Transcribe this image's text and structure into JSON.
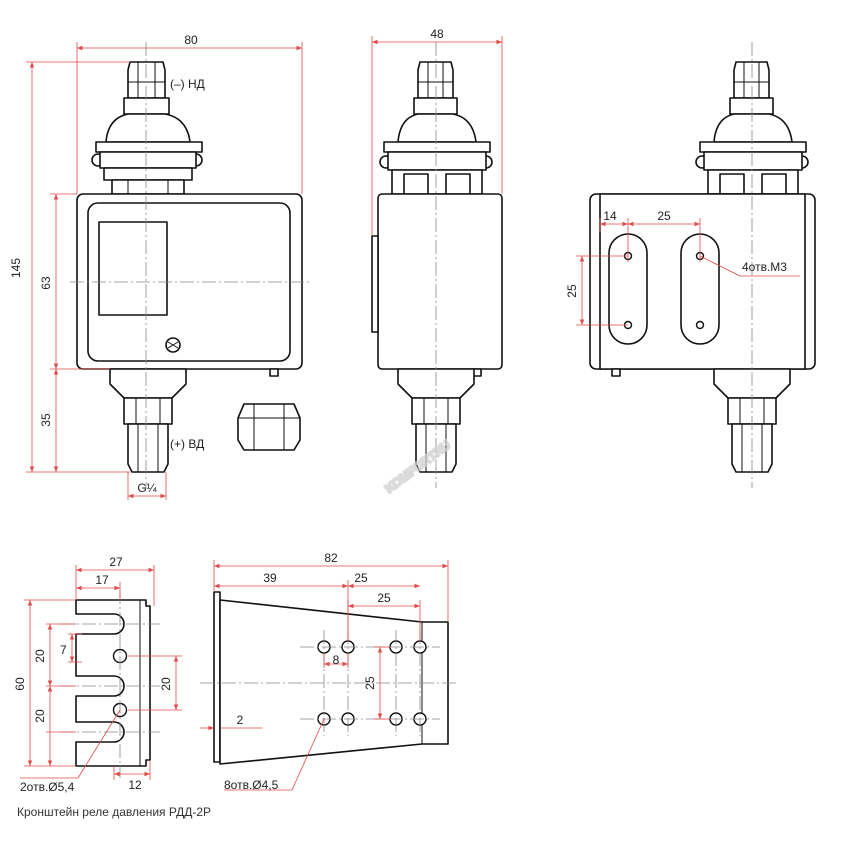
{
  "watermark": "KOMFORTRU",
  "caption": "Кронштейн реле давления РДД-2Р",
  "front_view": {
    "width": "80",
    "height": "145",
    "upper": "63",
    "lower": "35",
    "port_low": "(–) НД",
    "port_high": "(+) ВД",
    "thread": "G¼"
  },
  "side_view": {
    "width": "48"
  },
  "rear_view": {
    "offset": "14",
    "spacing": "25",
    "vertical": "25",
    "holes": "4отв.М3"
  },
  "bracket_front": {
    "width": "27",
    "inner": "17",
    "height": "60",
    "slot_a": "20",
    "slot_b": "20",
    "slot_w": "7",
    "mid": "20",
    "bottom": "12",
    "holes": "2отв.Ø5,4"
  },
  "bracket_side": {
    "length": "82",
    "part_a": "39",
    "part_b": "25",
    "part_c": "25",
    "hole_gap": "8",
    "vertical": "25",
    "thickness": "2",
    "holes": "8отв.Ø4,5"
  },
  "colors": {
    "dimension": "#e04a4a",
    "outline": "#111111",
    "watermark": "#d0d0d0"
  }
}
